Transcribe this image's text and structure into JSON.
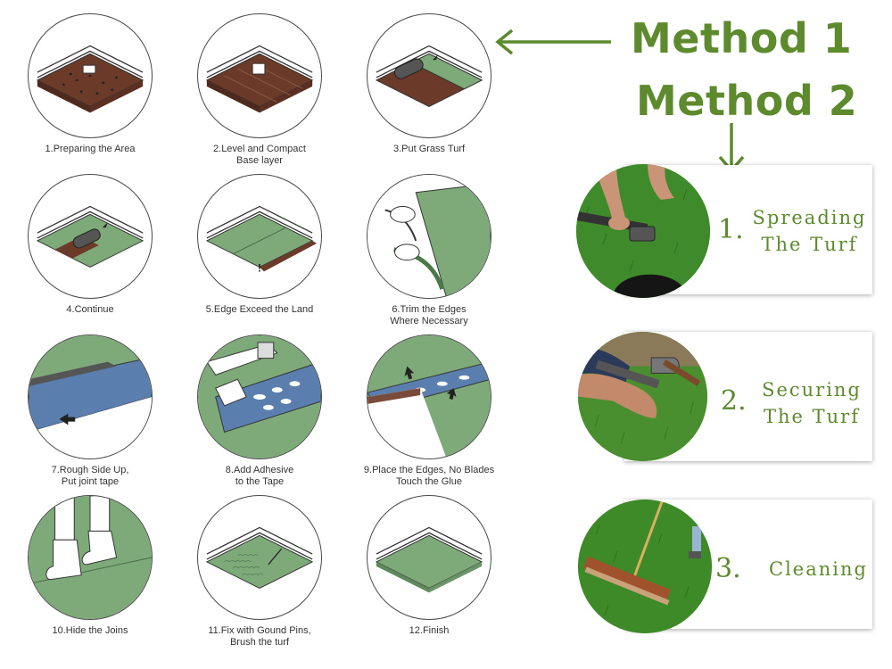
{
  "method1": {
    "title": "Method 1",
    "steps": [
      {
        "line1": "1.Preparing the Area",
        "line2": ""
      },
      {
        "line1": "2.Level and Compact",
        "line2": "Base layer"
      },
      {
        "line1": "3.Put Grass Turf",
        "line2": ""
      },
      {
        "line1": "4.Continue",
        "line2": ""
      },
      {
        "line1": "5.Edge Exceed the Land",
        "line2": ""
      },
      {
        "line1": "6.Trim the Edges",
        "line2": "Where Necessary"
      },
      {
        "line1": "7.Rough Side Up,",
        "line2": "Put joint tape"
      },
      {
        "line1": "8.Add Adhesive",
        "line2": "to the Tape"
      },
      {
        "line1": "9.Place the Edges, No Blades",
        "line2": "Touch the Glue"
      },
      {
        "line1": "10.Hide the Joins",
        "line2": ""
      },
      {
        "line1": "11.Fix with Gound Pins,",
        "line2": "Brush the turf"
      },
      {
        "line1": "12.Finish",
        "line2": ""
      }
    ]
  },
  "method2": {
    "title": "Method 2",
    "cards": [
      {
        "number": "1.",
        "line1": "Spreading",
        "line2": "The Turf"
      },
      {
        "number": "2.",
        "line1": "Securing",
        "line2": "The Turf"
      },
      {
        "number": "3.",
        "line1": "Cleaning",
        "line2": ""
      }
    ]
  },
  "colors": {
    "accent": "#5c8a2d",
    "turf": "#7eaa7a",
    "soil": "#6b3a28",
    "tape": "#5a7fae",
    "photo_grass": "#3f8a2a"
  }
}
